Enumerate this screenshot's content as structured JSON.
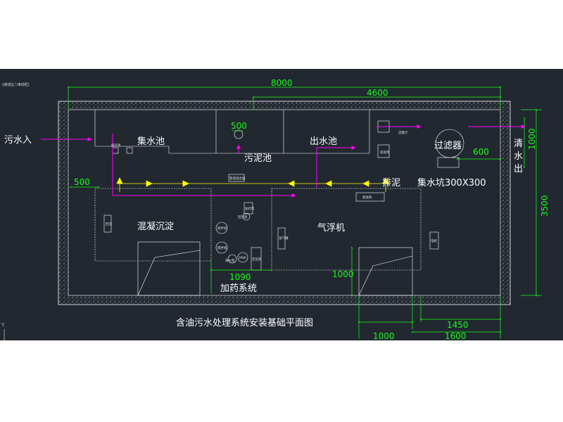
{
  "window": {
    "tab_label": "-[俯视][二维线框]",
    "ucs_label": "Y"
  },
  "drawing": {
    "title": "含油污水处理系统安装基础平面图",
    "colors": {
      "background": "#212830",
      "wall_hatch": "#8a8a8a",
      "outline": "#ffffff",
      "dimension": "#19ff19",
      "flow_arrow": "#ff00ff",
      "pipe": "#ffff00",
      "text": "#ffffff"
    },
    "labels": {
      "inlet": "污水入",
      "outlet_1": "清",
      "outlet_2": "水",
      "outlet_3": "出",
      "collection_tank": "集水池",
      "sludge_tank": "污泥池",
      "outlet_tank": "出水池",
      "filter": "过滤器",
      "sludge_discharge": "排泥",
      "sump_pit": "集水坑300X300",
      "coag_sedimentation": "混凝沉淀",
      "air_flotation": "气浮机",
      "dosing_system": "加药系统"
    },
    "small_labels": {
      "lift_pump": "提升泵",
      "dosing_pump_tag": "加药泵",
      "pipe_mixer": "管道混合器",
      "sludge_pump": "排泥泵",
      "scraper": "刮泥机",
      "flow_meter": "流量计",
      "clear_pump": "清水泵",
      "reflux": "回流",
      "mixer_1": "搅拌机",
      "mixer_2": "搅拌机",
      "mixer_3": "PAM",
      "air_comp": "空压机",
      "dissolved_air": "溶气罐",
      "control_cabinet": "电柜",
      "reflux_pump": "回流泵"
    },
    "dimensions": {
      "total_length": "8000",
      "right_section": "4600",
      "small_1": "500",
      "small_2": "500",
      "width_1": "1000",
      "total_width": "3500",
      "filter_gap": "600",
      "dosing_w": "1090",
      "flotation_h": "1000",
      "bottom_1": "1000",
      "bottom_2": "1600",
      "bottom_3": "1450"
    }
  }
}
